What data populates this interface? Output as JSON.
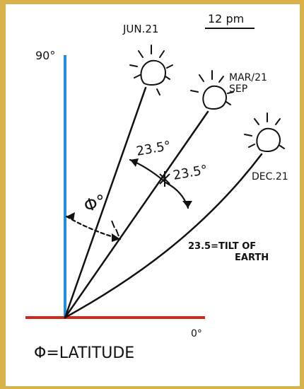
{
  "colors": {
    "background_border": "#d9b24a",
    "paper": "#ffffff",
    "ink": "#111111",
    "vertical_axis": "#1e90e0",
    "horizontal_axis": "#d02a1e"
  },
  "labels": {
    "date_june": "JUN.21",
    "time": "12 pm",
    "axis_90": "90°",
    "date_mar_sep_1": "MAR/21",
    "date_mar_sep_2": "SEP",
    "date_dec": "DEC.21",
    "angle_upper": "23.5°",
    "angle_lower": "23.5°",
    "phi_angle": "Φ°",
    "tilt_note_1": "23.5=TILT OF",
    "tilt_note_2": "EARTH",
    "axis_0": "0°",
    "latitude_legend": "Φ=LATITUDE"
  },
  "icons": [
    "sun-icon-june",
    "sun-icon-equinox",
    "sun-icon-december"
  ]
}
